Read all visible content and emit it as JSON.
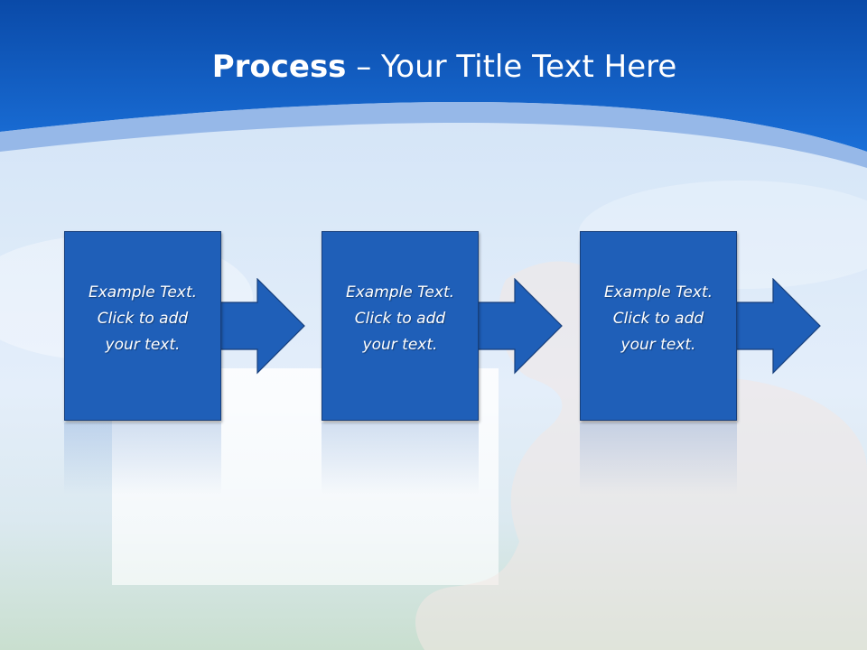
{
  "title": {
    "bold": "Process",
    "rest": " – Your Title Text Here"
  },
  "steps": [
    {
      "line1": "Example Text.",
      "line2": "Click  to add",
      "line3": "your text."
    },
    {
      "line1": "Example Text.",
      "line2": "Click  to add",
      "line3": "your text."
    },
    {
      "line1": "Example Text.",
      "line2": "Click  to add",
      "line3": "your text."
    }
  ],
  "colors": {
    "header_blue": "#1565d0",
    "box_blue": "#1f5fb8",
    "text": "#ffffff"
  }
}
